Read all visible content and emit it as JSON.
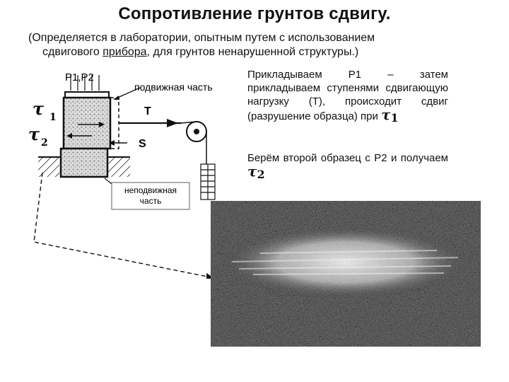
{
  "title": "Сопротивление грунтов сдвигу.",
  "subtitle": {
    "line1": "(Определяется в лаборатории, опытным путем с использованием",
    "line2_before": "сдвигового ",
    "line2_underlined": "прибора",
    "line2_after": ", для грунтов ненарушенной структуры.)"
  },
  "diagram": {
    "load_label": "P1,P2",
    "moving_part_label": "подвижная часть",
    "force_label": "T",
    "displacement_label": "S",
    "fixed_part_label_line1": "неподвижная",
    "fixed_part_label_line2": "часть",
    "tau1_symbol": "τ",
    "tau1_index": "1",
    "tau2_symbol": "τ",
    "tau2_index": "2"
  },
  "text": {
    "para1_main": "Прикладываем P1 – затем прикладываем ступенями сдвигающую нагрузку (T), происходит сдвиг (разрушение образца) при",
    "para1_tau": "τ",
    "para1_index": "1",
    "para2_main": "Берём второй образец с P2 и получаем",
    "para2_tau": "τ",
    "para2_index": "2"
  },
  "photo": {
    "description_icon": "shear-plane-photo"
  }
}
